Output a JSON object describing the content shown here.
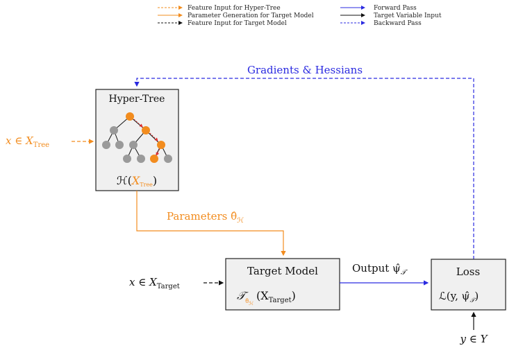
{
  "legend": {
    "feature_input_hyper_tree": "Feature Input for Hyper-Tree",
    "parameter_generation": "Parameter Generation for Target Model",
    "feature_input_target_model": "Feature Input for Target Model",
    "forward_pass": "Forward Pass",
    "target_variable_input": "Target Variable Input",
    "backward_pass": "Backward Pass"
  },
  "colors": {
    "orange": "#f28c1e",
    "blue": "#2a2ae0",
    "black": "#111111",
    "node_gray": "#9a9a9a",
    "box_fill": "#f0f0f0"
  },
  "hyper_tree": {
    "title": "Hyper-Tree",
    "func_prefix": "ℋ(",
    "func_arg_main": "X",
    "func_arg_sub": "Tree",
    "func_suffix": ")"
  },
  "inputs": {
    "tree_input_prefix": "x ∈ X",
    "tree_input_sub": "Tree",
    "target_input_prefix": "x ∈ X",
    "target_input_sub": "Target",
    "y_input": "y ∈ Y"
  },
  "target_model": {
    "title": "Target Model",
    "symbol": "𝒯",
    "theta_sub": "θ̂",
    "h_sub": "ℋ",
    "arg_prefix": "(X",
    "arg_sub": "Target",
    "arg_suffix": ")"
  },
  "loss": {
    "title": "Loss",
    "func_text": "ℒ(y, ψ̂",
    "func_sub": "𝒯",
    "func_suffix": ")"
  },
  "labels": {
    "gradients": "Gradients & Hessians",
    "parameters": "Parameters θ̂",
    "parameters_sub": "ℋ",
    "output": "Output ψ̂",
    "output_sub": "𝒯"
  }
}
